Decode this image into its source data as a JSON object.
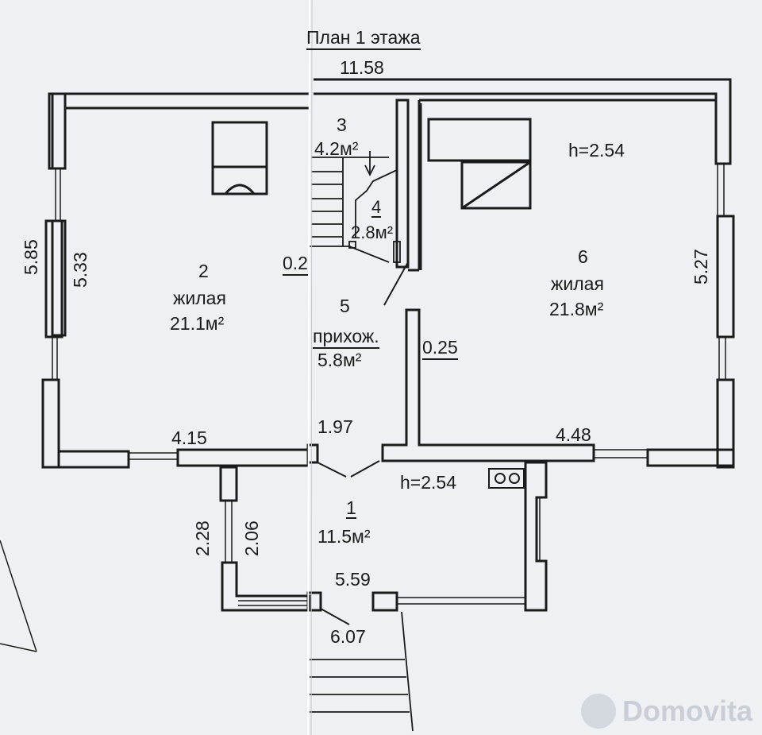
{
  "title": "План 1 этажа",
  "dimensions": {
    "overall_width": "11.58",
    "left_outer": "5.85",
    "left_inner": "5.33",
    "room2_width": "4.15",
    "partition_left": "0.2",
    "hall_width": "1.97",
    "partition_right": "0.25",
    "room6_width": "4.48",
    "right_height": "5.27",
    "porch_outer": "2.28",
    "porch_inner": "2.06",
    "porch_width_inner": "5.59",
    "porch_width_outer": "6.07"
  },
  "ceiling": {
    "room6": "h=2.54",
    "porch": "h=2.54"
  },
  "rooms": {
    "room2": {
      "number": "2",
      "type": "жилая",
      "area": "21.1м²"
    },
    "room3": {
      "number": "3",
      "area": "4.2м²"
    },
    "room4": {
      "number": "4",
      "area": "2.8м²"
    },
    "room5": {
      "number": "5",
      "type": "прихож.",
      "area": "5.8м²"
    },
    "room6": {
      "number": "6",
      "type": "жилая",
      "area": "21.8м²"
    },
    "room1": {
      "number": "1",
      "area": "11.5м²"
    }
  },
  "watermark": "Domovita"
}
